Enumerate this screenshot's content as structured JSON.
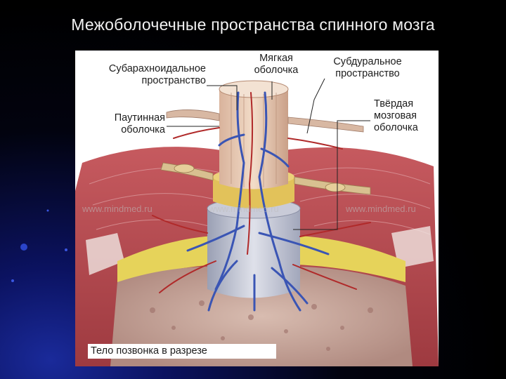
{
  "slide": {
    "title": "Межоболочечные пространства спинного мозга"
  },
  "figure": {
    "watermark": "www.mindmed.ru",
    "labels": {
      "subarachnoid": [
        "Субарахноидальное",
        "пространство"
      ],
      "pia": [
        "Мягкая",
        "оболочка"
      ],
      "subdural": [
        "Субдуральное",
        "пространство"
      ],
      "arachnoid": [
        "Паутинная",
        "оболочка"
      ],
      "dura": [
        "Твёрдая",
        "мозговая",
        "оболочка"
      ],
      "vertebra": [
        "Тело позвонка в разрезе"
      ]
    }
  },
  "colors": {
    "muscle": "#b8474d",
    "bone": "#c9a9a0",
    "fat": "#e6d35a",
    "vein": "#3a55b4",
    "artery": "#b02a2a",
    "dura": "#c8c8d2",
    "cord": "#e8c9b3",
    "background": "#000000",
    "accent": "#1a2a9a"
  }
}
